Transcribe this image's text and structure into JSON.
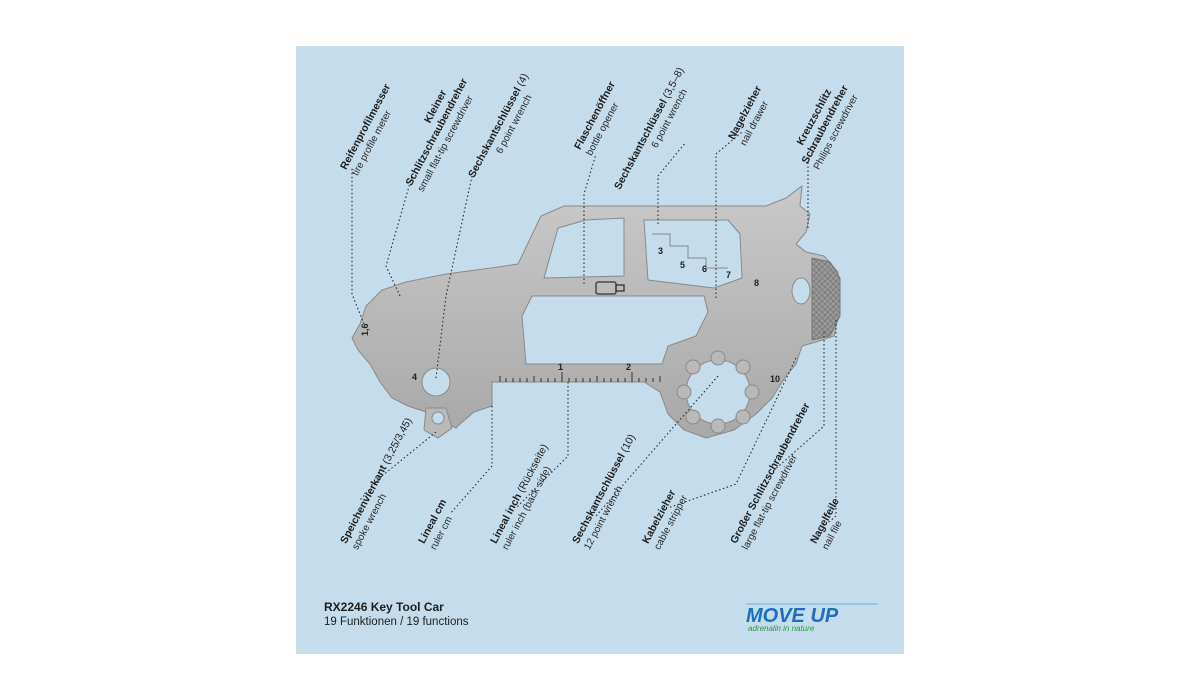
{
  "labels": [
    {
      "id": "reifenprofilmesser",
      "de": "Reifenprofilmesser",
      "de_paren": "",
      "en": "tire profile meter"
    },
    {
      "id": "kleiner-schlitz",
      "de": "Kleiner",
      "de2": "Schlitzschraubendreher",
      "en": "small flat-tip screwdriver"
    },
    {
      "id": "sechskant-4",
      "de": "Sechskantschlüssel",
      "de_paren": " (4)",
      "en": "6 point wrench"
    },
    {
      "id": "flaschenoeffner",
      "de": "Flaschenöffner",
      "de_paren": "",
      "en": "bottle opener"
    },
    {
      "id": "sechskant-3-8",
      "de": "Sechskantschlüssel",
      "de_paren": " (3,5–8)",
      "en": "6 point wrench"
    },
    {
      "id": "nagelzieher",
      "de": "Nagelzieher",
      "de_paren": "",
      "en": "nail drawer"
    },
    {
      "id": "kreuzschlitz",
      "de": "Kreuzschlitz",
      "de2": "Schraubendreher",
      "en": "Philips screwdriver"
    },
    {
      "id": "speichenvierkant",
      "de": "Speichenvierkant",
      "de_paren": " (3,25/3,45)",
      "en": "spoke wrench"
    },
    {
      "id": "lineal-cm",
      "de": "Lineal cm",
      "de_paren": "",
      "en": "ruler cm"
    },
    {
      "id": "lineal-inch",
      "de": "Lineal inch",
      "de_paren": " (Rückseite)",
      "en": "ruler inch (back side)"
    },
    {
      "id": "sechskant-10",
      "de": "Sechskantschlüssel",
      "de_paren": " (10)",
      "en": "12 point wrench"
    },
    {
      "id": "kabelzieher",
      "de": "Kabelzieher",
      "de_paren": "",
      "en": "cable stripper"
    },
    {
      "id": "grosser-schlitz",
      "de": "Großer Schlitzschraubendreher",
      "de_paren": "",
      "en": "large flat-tip screwdriver"
    },
    {
      "id": "nagelfeile",
      "de": "Nagelfeile",
      "de_paren": "",
      "en": "nail file"
    }
  ],
  "tool_numbers": {
    "n16": "1,6",
    "n3": "3",
    "n5": "5",
    "n6": "6",
    "n7": "7",
    "n8": "8",
    "n4": "4",
    "n10": "10",
    "r1": "1",
    "r2": "2"
  },
  "product": {
    "name": "RX2246 Key Tool Car",
    "sub": "19 Funktionen / 19 functions"
  },
  "brand": {
    "logo_text": "MOVE UP",
    "tagline": "adrenalin in nature",
    "logo_colors": {
      "move": "#1a6fc4",
      "up": "#1a4f9a",
      "tagline": "#2a9a3a"
    }
  },
  "colors": {
    "panel": "#c4dcec",
    "metal": "#b9b9b9",
    "metal_edge": "#8a8a8a",
    "leader": "#2a2a2a"
  }
}
